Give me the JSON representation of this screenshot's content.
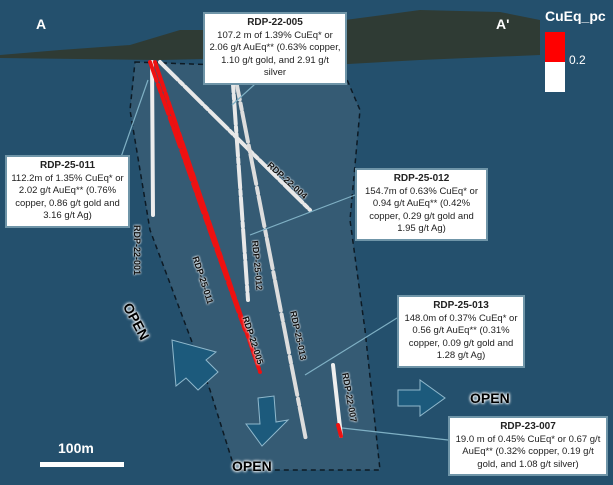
{
  "section": {
    "start": "A",
    "end": "A'"
  },
  "legend": {
    "title": "CuEq_pc",
    "threshold": "0.2",
    "colors": {
      "high": "#ff0000",
      "low": "#ffffff"
    }
  },
  "scale_bar": "100m",
  "open_label": "OPEN",
  "holes": [
    "RDP-22-001",
    "RDP-25-011",
    "RDP-22-005",
    "RDP-22-004",
    "RDP-25-012",
    "RDP-25-013",
    "RDP-22-007"
  ],
  "callouts": [
    {
      "id": "RDP-22-005",
      "text": "107.2 m of 1.39% CuEq* or 2.06 g/t AuEq** (0.63% copper, 1.10 g/t gold, and 2.91 g/t silver"
    },
    {
      "id": "RDP-25-011",
      "text": "112.2m of 1.35% CuEq* or 2.02 g/t AuEq** (0.76% copper, 0.86 g/t gold and 3.16 g/t Ag)"
    },
    {
      "id": "RDP-25-012",
      "text": "154.7m of 0.63% CuEq* or 0.94 g/t AuEq** (0.42% copper, 0.29 g/t gold and 1.95 g/t Ag)"
    },
    {
      "id": "RDP-25-013",
      "text": "148.0m of 0.37% CuEq* or 0.56 g/t AuEq** (0.31% copper, 0.09 g/t gold and 1.28 g/t Ag)"
    },
    {
      "id": "RDP-23-007",
      "text": "19.0 m of 0.45% CuEq* or 0.67 g/t AuEq** (0.32% copper, 0.19 g/t gold, and 1.08 g/t silver)"
    }
  ]
}
